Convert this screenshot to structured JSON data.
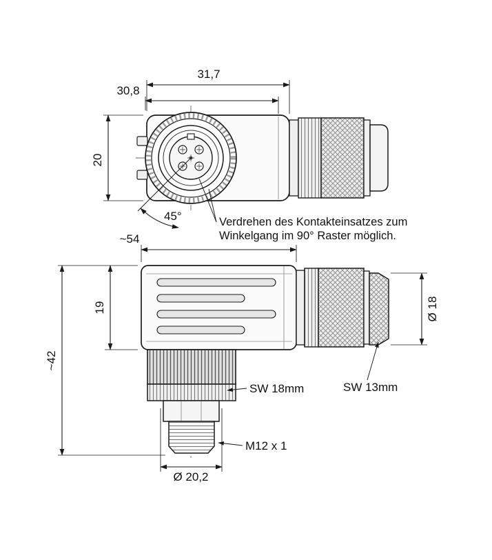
{
  "colors": {
    "line": "#1a1a1a",
    "background": "#ffffff"
  },
  "top_view": {
    "dim_total_width": "31,7",
    "dim_flange_width": "30,8",
    "dim_body_height": "20",
    "angle": "45°",
    "note_line1": "Verdrehen des Kontakteinsatzes zum",
    "note_line2": "Winkelgang im 90° Raster möglich."
  },
  "side_view": {
    "dim_total_length": "~54",
    "dim_body_height": "19",
    "dim_total_height": "~42",
    "dim_cable_dia": "Ø 18",
    "wrench_flange": "SW 18mm",
    "wrench_cable": "SW 13mm",
    "thread": "M12 x 1",
    "dim_flange_dia": "Ø 20,2"
  }
}
